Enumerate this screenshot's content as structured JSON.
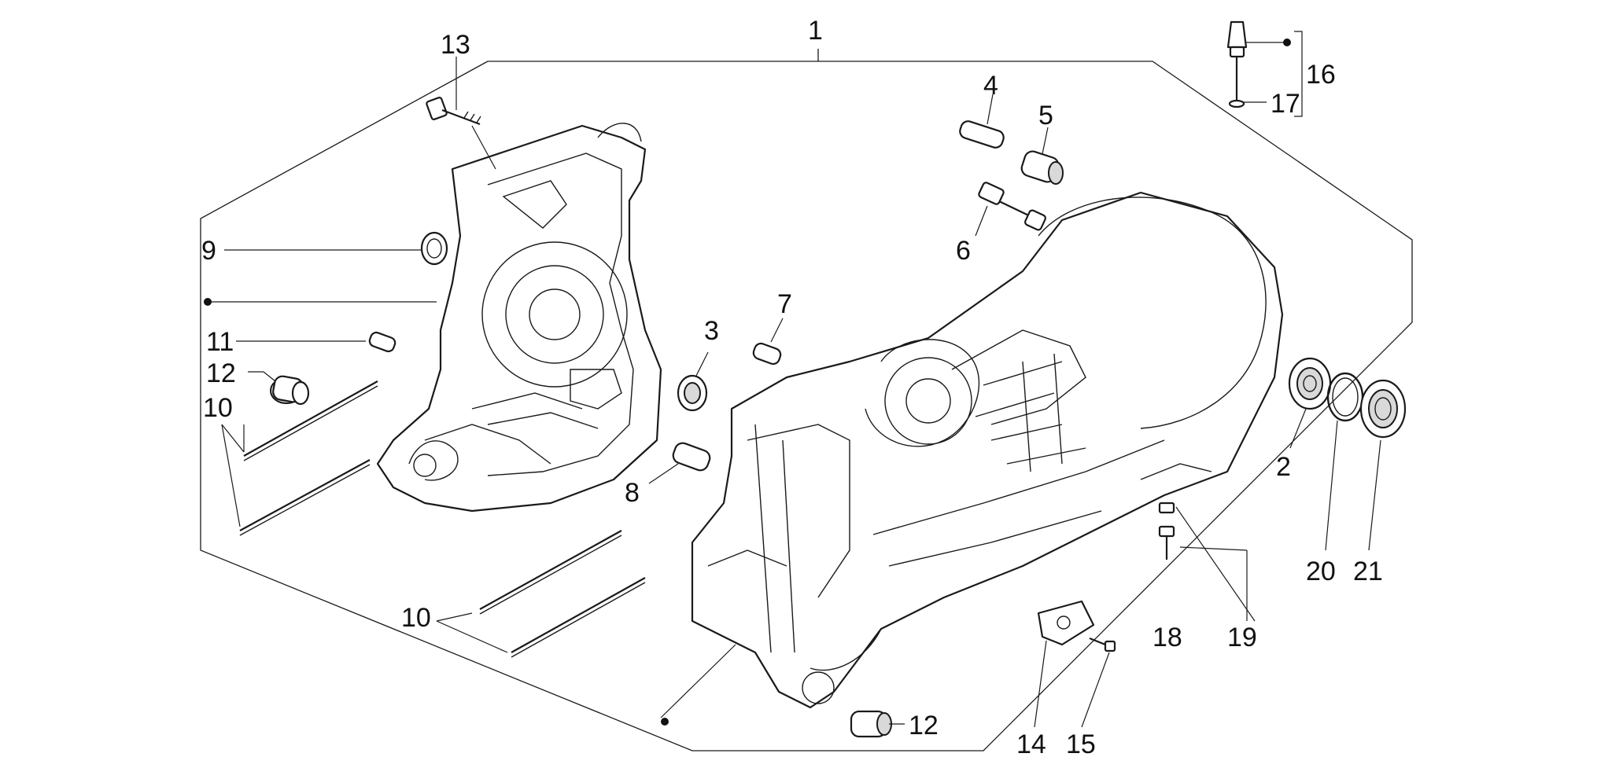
{
  "diagram": {
    "callouts": [
      {
        "id": "c1",
        "label": "1"
      },
      {
        "id": "c2",
        "label": "2"
      },
      {
        "id": "c3",
        "label": "3"
      },
      {
        "id": "c4",
        "label": "4"
      },
      {
        "id": "c5",
        "label": "5"
      },
      {
        "id": "c6",
        "label": "6"
      },
      {
        "id": "c7",
        "label": "7"
      },
      {
        "id": "c8",
        "label": "8"
      },
      {
        "id": "c9",
        "label": "9"
      },
      {
        "id": "c10a",
        "label": "10"
      },
      {
        "id": "c10b",
        "label": "10"
      },
      {
        "id": "c11",
        "label": "11"
      },
      {
        "id": "c12a",
        "label": "12"
      },
      {
        "id": "c12b",
        "label": "12"
      },
      {
        "id": "c13",
        "label": "13"
      },
      {
        "id": "c14",
        "label": "14"
      },
      {
        "id": "c15",
        "label": "15"
      },
      {
        "id": "c16",
        "label": "16"
      },
      {
        "id": "c17",
        "label": "17"
      },
      {
        "id": "c18",
        "label": "18"
      },
      {
        "id": "c19",
        "label": "19"
      },
      {
        "id": "c20",
        "label": "20"
      },
      {
        "id": "c21",
        "label": "21"
      }
    ]
  }
}
